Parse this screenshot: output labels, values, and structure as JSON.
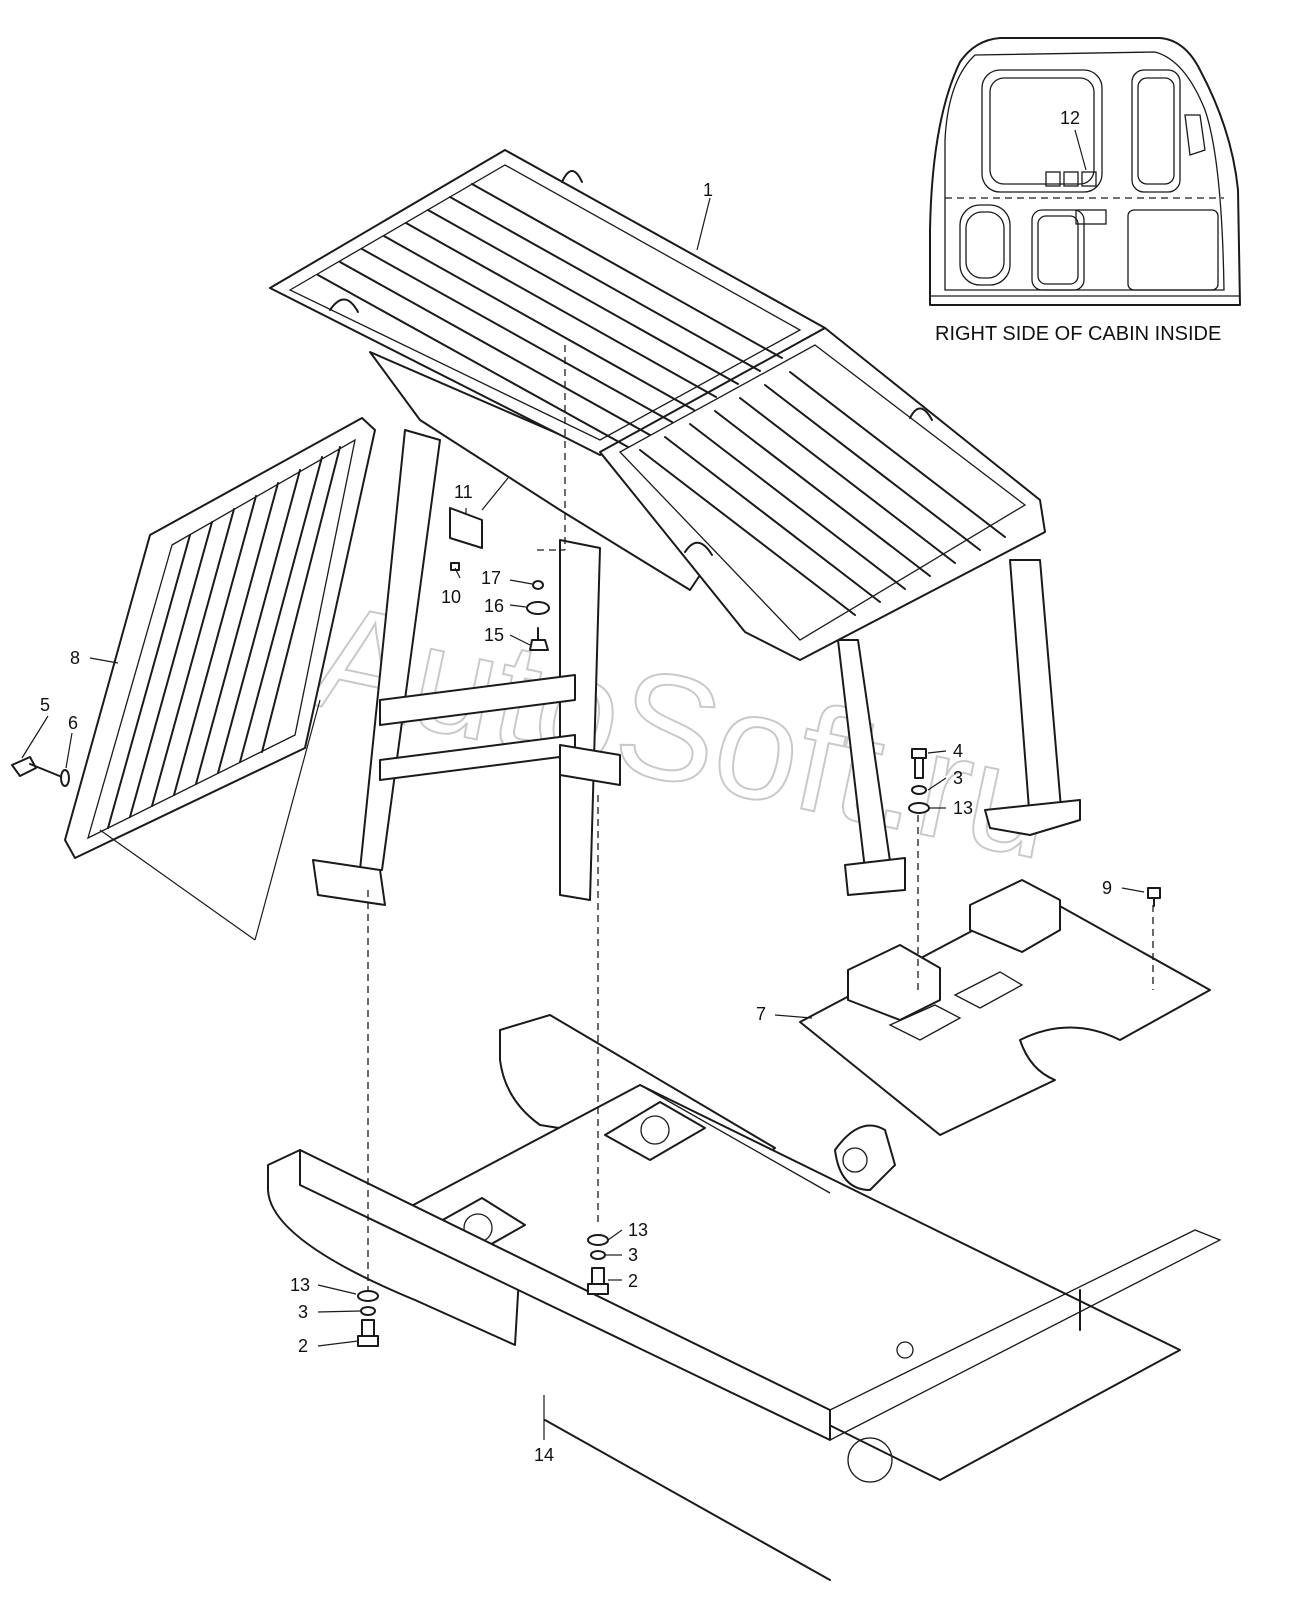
{
  "watermark": "AutoSoft.ru",
  "inset": {
    "caption": "RIGHT SIDE OF CABIN INSIDE",
    "callout": "12"
  },
  "callouts": {
    "c1": "1",
    "c2a": "2",
    "c2b": "2",
    "c3a": "3",
    "c3b": "3",
    "c3c": "3",
    "c4": "4",
    "c5": "5",
    "c6": "6",
    "c7": "7",
    "c8": "8",
    "c9": "9",
    "c10": "10",
    "c11": "11",
    "c13a": "13",
    "c13b": "13",
    "c13c": "13",
    "c14": "14",
    "c15": "15",
    "c16": "16",
    "c17": "17"
  }
}
